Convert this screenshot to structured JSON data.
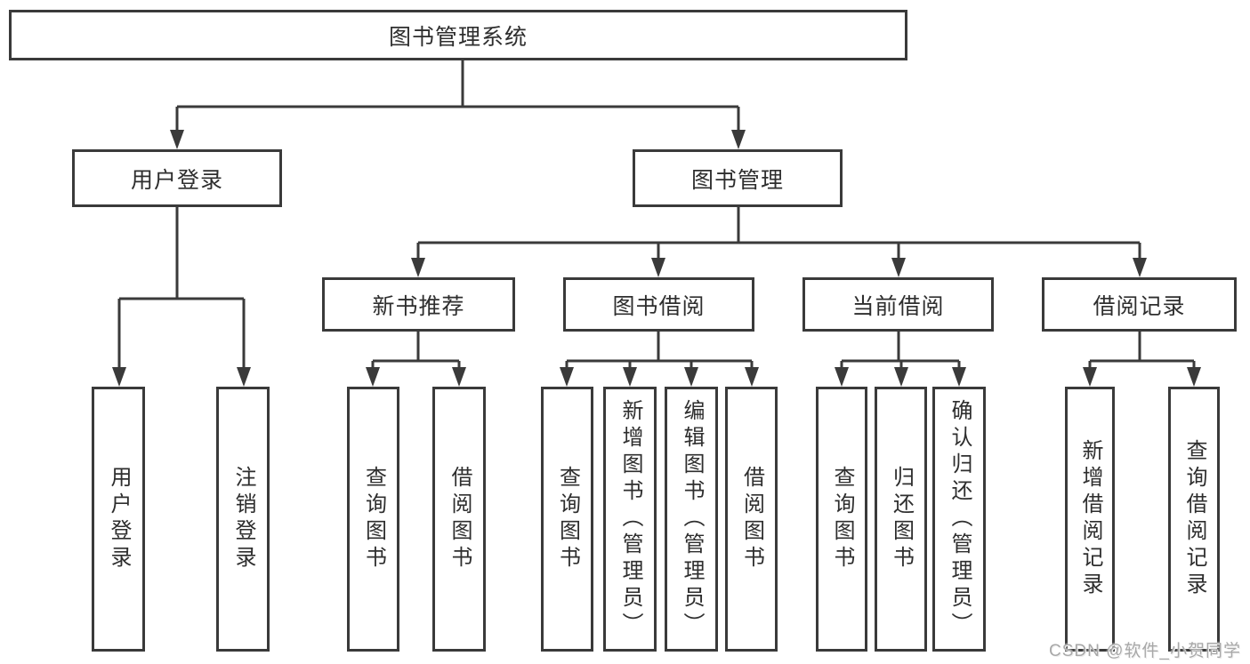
{
  "diagram": {
    "root": {
      "label": "图书管理系统"
    },
    "branches": [
      {
        "label": "用户登录",
        "children": [
          "用户登录",
          "注销登录"
        ]
      },
      {
        "label": "图书管理",
        "sections": [
          {
            "label": "新书推荐",
            "children": [
              "查询图书",
              "借阅图书"
            ]
          },
          {
            "label": "图书借阅",
            "children": [
              "查询图书",
              "新增图书（管理员）",
              "编辑图书（管理员）",
              "借阅图书"
            ]
          },
          {
            "label": "当前借阅",
            "children": [
              "查询图书",
              "归还图书",
              "确认归还（管理员）"
            ]
          },
          {
            "label": "借阅记录",
            "children": [
              "新增借阅记录",
              "查询借阅记录"
            ]
          }
        ]
      }
    ]
  },
  "colors": {
    "stroke": "#3a3a3a",
    "text": "#2e2e2e",
    "background": "#ffffff",
    "watermark_gray": "#a8a8a8"
  },
  "watermark": {
    "text": "CSDN @软件_小贺同学"
  }
}
